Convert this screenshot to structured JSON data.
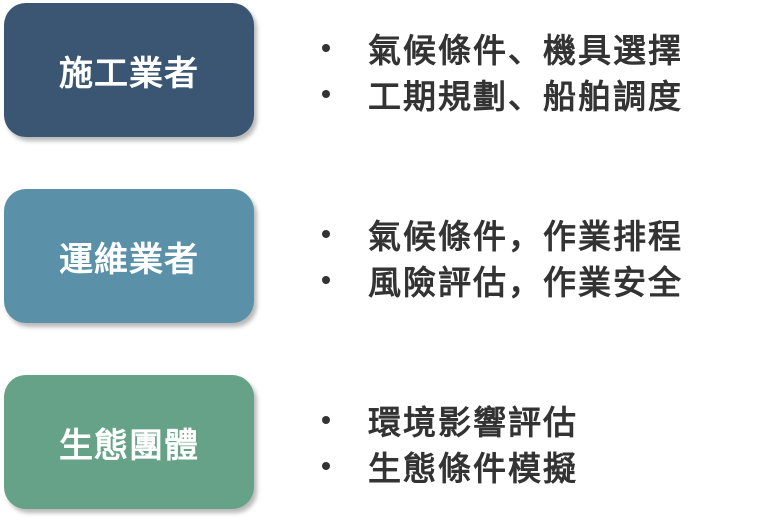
{
  "colors": {
    "construction": "#3a5672",
    "operations": "#5a91a8",
    "ecology": "#66a287",
    "bullet_text": "#333333"
  },
  "groups": [
    {
      "label": "施工業者",
      "items": [
        "氣候條件、機具選擇",
        "工期規劃、船舶調度"
      ]
    },
    {
      "label": "運維業者",
      "items": [
        "氣候條件，作業排程",
        "風險評估，作業安全"
      ]
    },
    {
      "label": "生態團體",
      "items": [
        "環境影響評估",
        "生態條件模擬"
      ]
    }
  ]
}
